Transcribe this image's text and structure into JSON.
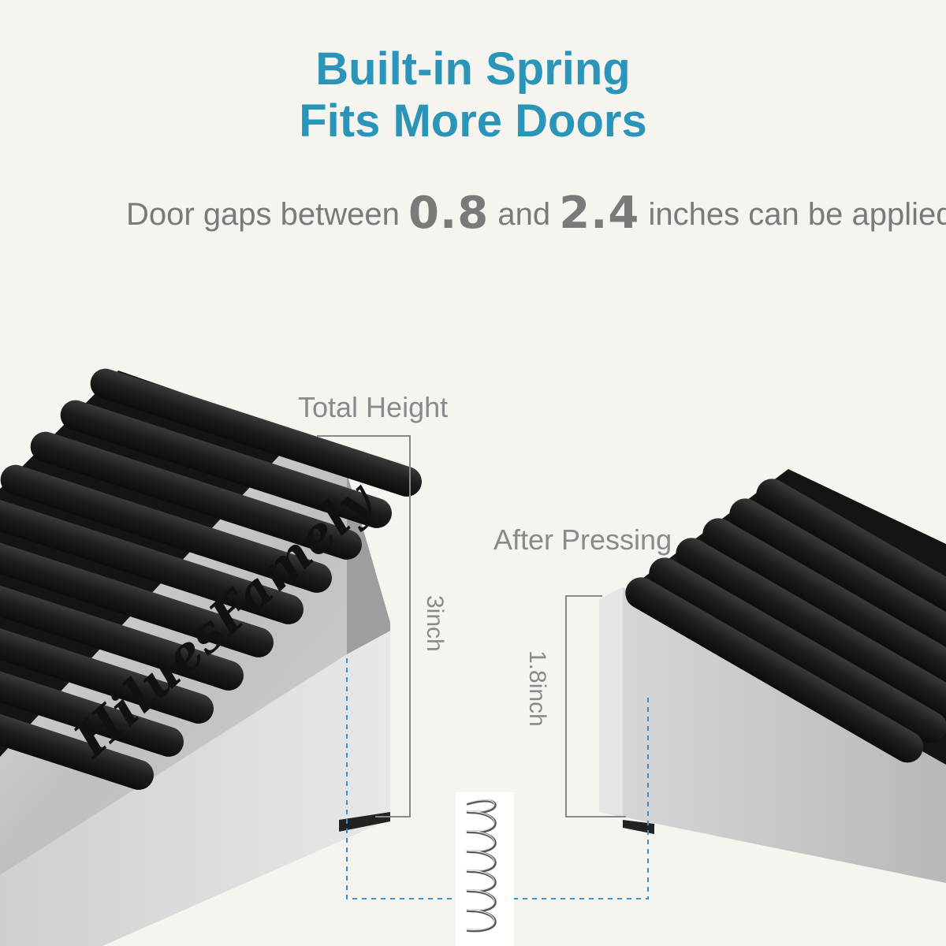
{
  "header": {
    "title_line1": "Built-in Spring",
    "title_line2": "Fits More Doors",
    "subtitle_pre": "Door gaps between ",
    "subtitle_num1": "0.8",
    "subtitle_mid": " and ",
    "subtitle_num2": "2.4",
    "subtitle_post": " inches can be applied"
  },
  "labels": {
    "total_height": "Total Height",
    "total_height_value": "3inch",
    "after_pressing": "After Pressing",
    "after_pressing_value": "1.8inch"
  },
  "brand": "HiluesFamely",
  "colors": {
    "title": "#2a95b8",
    "text_gray": "#7a7a7a",
    "rubber": "#1c1c1c",
    "steel": "#c9c9c9",
    "dash": "#3b8fd0",
    "background": "#f5f4ef"
  }
}
